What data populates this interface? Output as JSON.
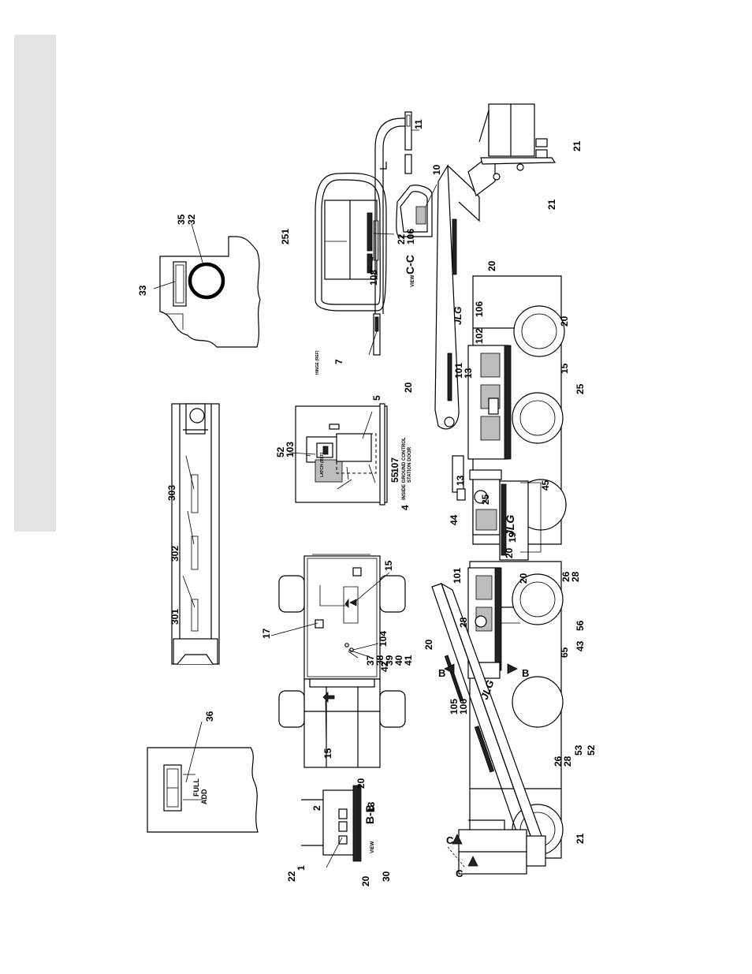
{
  "colors": {
    "side_tab": "#e3e3e3",
    "ink": "#000000"
  },
  "views": {
    "b_b": "B-B",
    "c_c": "C-C",
    "view_prefix": "VIEW"
  },
  "panel_text": {
    "gauge_full": "FULL",
    "gauge_add": "ADD",
    "latch": "LATCH (REF)",
    "hinge": "HINGE (REF)",
    "door_caption_1": "INSIDE GROUND CONTROL",
    "door_caption_2": "STATION DOOR",
    "brand": "JLG",
    "section_b": "B",
    "section_c": "C"
  },
  "callouts": [
    {
      "id": "c36",
      "text": "36"
    },
    {
      "id": "c35",
      "text": "35"
    },
    {
      "id": "c32",
      "text": "32"
    },
    {
      "id": "c33",
      "text": "33"
    },
    {
      "id": "c251",
      "text": "251"
    },
    {
      "id": "c7",
      "text": "7"
    },
    {
      "id": "c108",
      "text": "108"
    },
    {
      "id": "c22a",
      "text": "22"
    },
    {
      "id": "c106a",
      "text": "106"
    },
    {
      "id": "c10",
      "text": "10"
    },
    {
      "id": "c11",
      "text": "11"
    },
    {
      "id": "c301",
      "text": "301"
    },
    {
      "id": "c302",
      "text": "302"
    },
    {
      "id": "c303",
      "text": "303"
    },
    {
      "id": "c52a",
      "text": "52"
    },
    {
      "id": "c103",
      "text": "103"
    },
    {
      "id": "c5",
      "text": "5"
    },
    {
      "id": "c107",
      "text": "107"
    },
    {
      "id": "c55",
      "text": "55"
    },
    {
      "id": "c4",
      "text": "4"
    },
    {
      "id": "c17",
      "text": "17"
    },
    {
      "id": "c15a",
      "text": "15"
    },
    {
      "id": "c15b",
      "text": "15"
    },
    {
      "id": "c104",
      "text": "104"
    },
    {
      "id": "c42",
      "text": "42"
    },
    {
      "id": "c37",
      "text": "37"
    },
    {
      "id": "c38",
      "text": "38"
    },
    {
      "id": "c39",
      "text": "39"
    },
    {
      "id": "c40",
      "text": "40"
    },
    {
      "id": "c41",
      "text": "41"
    },
    {
      "id": "c2",
      "text": "2"
    },
    {
      "id": "c22b",
      "text": "22"
    },
    {
      "id": "c1",
      "text": "1"
    },
    {
      "id": "c20a",
      "text": "20"
    },
    {
      "id": "c13a",
      "text": "13"
    },
    {
      "id": "c20b",
      "text": "20"
    },
    {
      "id": "c30",
      "text": "30"
    },
    {
      "id": "c20c",
      "text": "20"
    },
    {
      "id": "c106b",
      "text": "106"
    },
    {
      "id": "c102",
      "text": "102"
    },
    {
      "id": "c20d",
      "text": "20"
    },
    {
      "id": "c101a",
      "text": "101"
    },
    {
      "id": "c13b",
      "text": "13"
    },
    {
      "id": "c20e",
      "text": "20"
    },
    {
      "id": "c15c",
      "text": "15"
    },
    {
      "id": "c25a",
      "text": "25"
    },
    {
      "id": "c21a",
      "text": "21"
    },
    {
      "id": "c21b",
      "text": "21"
    },
    {
      "id": "c13c",
      "text": "13"
    },
    {
      "id": "c25b",
      "text": "25"
    },
    {
      "id": "c44",
      "text": "44"
    },
    {
      "id": "c19",
      "text": "19"
    },
    {
      "id": "c45",
      "text": "45"
    },
    {
      "id": "c20f",
      "text": "20"
    },
    {
      "id": "c101b",
      "text": "101"
    },
    {
      "id": "c20g",
      "text": "20"
    },
    {
      "id": "c26a",
      "text": "26"
    },
    {
      "id": "c28a",
      "text": "28"
    },
    {
      "id": "c28b",
      "text": "28"
    },
    {
      "id": "c56",
      "text": "56"
    },
    {
      "id": "c20h",
      "text": "20"
    },
    {
      "id": "c65",
      "text": "65"
    },
    {
      "id": "c43",
      "text": "43"
    },
    {
      "id": "c105",
      "text": "105"
    },
    {
      "id": "c106c",
      "text": "106"
    },
    {
      "id": "c26b",
      "text": "26"
    },
    {
      "id": "c28c",
      "text": "28"
    },
    {
      "id": "c53",
      "text": "53"
    },
    {
      "id": "c52b",
      "text": "52"
    },
    {
      "id": "c21c",
      "text": "21"
    }
  ]
}
